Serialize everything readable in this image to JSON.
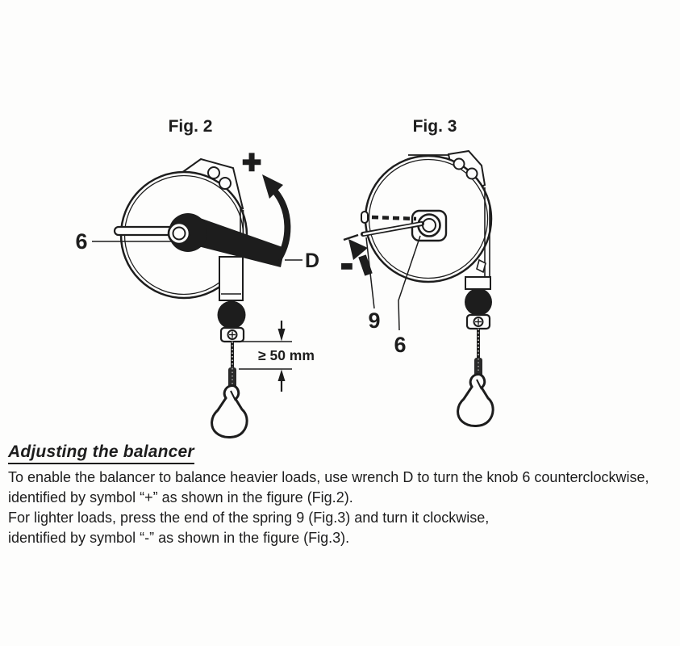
{
  "figures": {
    "fig2": {
      "title": "Fig. 2",
      "label_knob": "6",
      "label_wrench": "D",
      "symbol_plus": "+",
      "dimension_text": "≥ 50 mm"
    },
    "fig3": {
      "title": "Fig. 3",
      "label_spring": "9",
      "label_knob": "6",
      "symbol_minus": "-"
    }
  },
  "section": {
    "heading": "Adjusting the balancer",
    "lines": [
      "To enable the balancer to balance heavier loads, use wrench D to turn the knob 6 counterclockwise,",
      "identified by symbol “+” as shown in the figure (Fig.2).",
      "For lighter loads, press the end of the spring 9 (Fig.3) and turn it clockwise,",
      "identified by symbol “-” as shown in the figure (Fig.3)."
    ]
  },
  "colors": {
    "ink": "#1d1d1d",
    "background": "#fdfdfc"
  }
}
